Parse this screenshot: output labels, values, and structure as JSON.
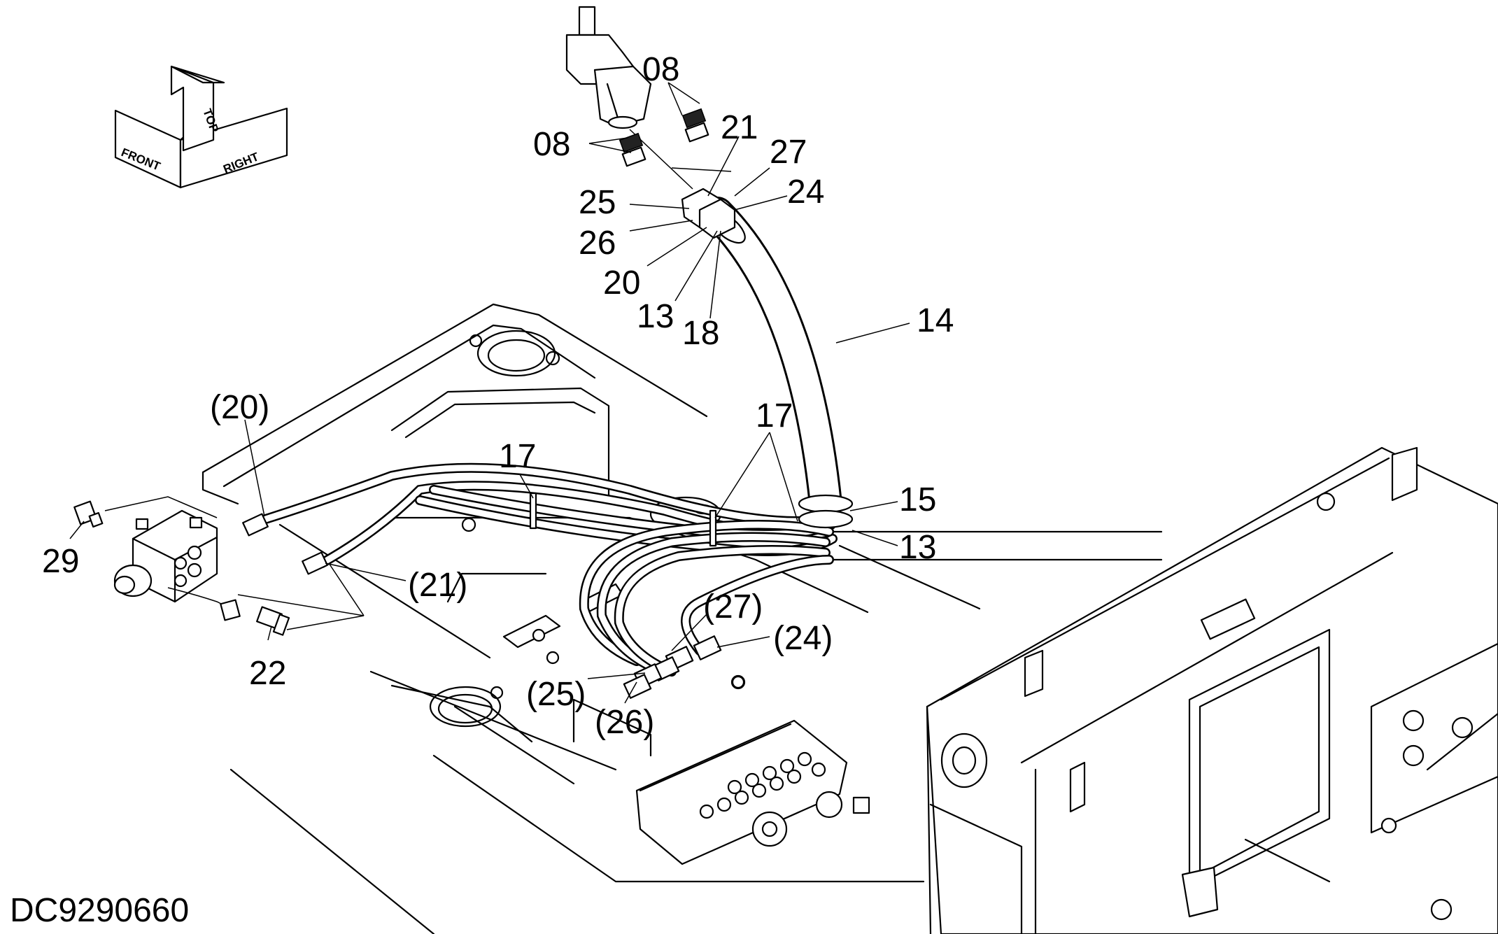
{
  "drawing_number": "DC9290660",
  "orientation_arrows": [
    {
      "id": "front",
      "label": "FRONT"
    },
    {
      "id": "top",
      "label": "TOP"
    },
    {
      "id": "right",
      "label": "RIGHT"
    }
  ],
  "callouts": [
    {
      "id": "c08a",
      "text": "08"
    },
    {
      "id": "c08b",
      "text": "08"
    },
    {
      "id": "c21",
      "text": "21"
    },
    {
      "id": "c27",
      "text": "27"
    },
    {
      "id": "c24",
      "text": "24"
    },
    {
      "id": "c25",
      "text": "25"
    },
    {
      "id": "c26",
      "text": "26"
    },
    {
      "id": "c20",
      "text": "20"
    },
    {
      "id": "c13a",
      "text": "13"
    },
    {
      "id": "c18",
      "text": "18"
    },
    {
      "id": "c14",
      "text": "14"
    },
    {
      "id": "c17a",
      "text": "17"
    },
    {
      "id": "c17b",
      "text": "17"
    },
    {
      "id": "c15",
      "text": "15"
    },
    {
      "id": "c13b",
      "text": "13"
    },
    {
      "id": "c20p",
      "text": "(20)"
    },
    {
      "id": "c21p",
      "text": "(21)"
    },
    {
      "id": "c27p",
      "text": "(27)"
    },
    {
      "id": "c24p",
      "text": "(24)"
    },
    {
      "id": "c25p",
      "text": "(25)"
    },
    {
      "id": "c26p",
      "text": "(26)"
    },
    {
      "id": "c29",
      "text": "29"
    },
    {
      "id": "c22",
      "text": "22"
    }
  ]
}
